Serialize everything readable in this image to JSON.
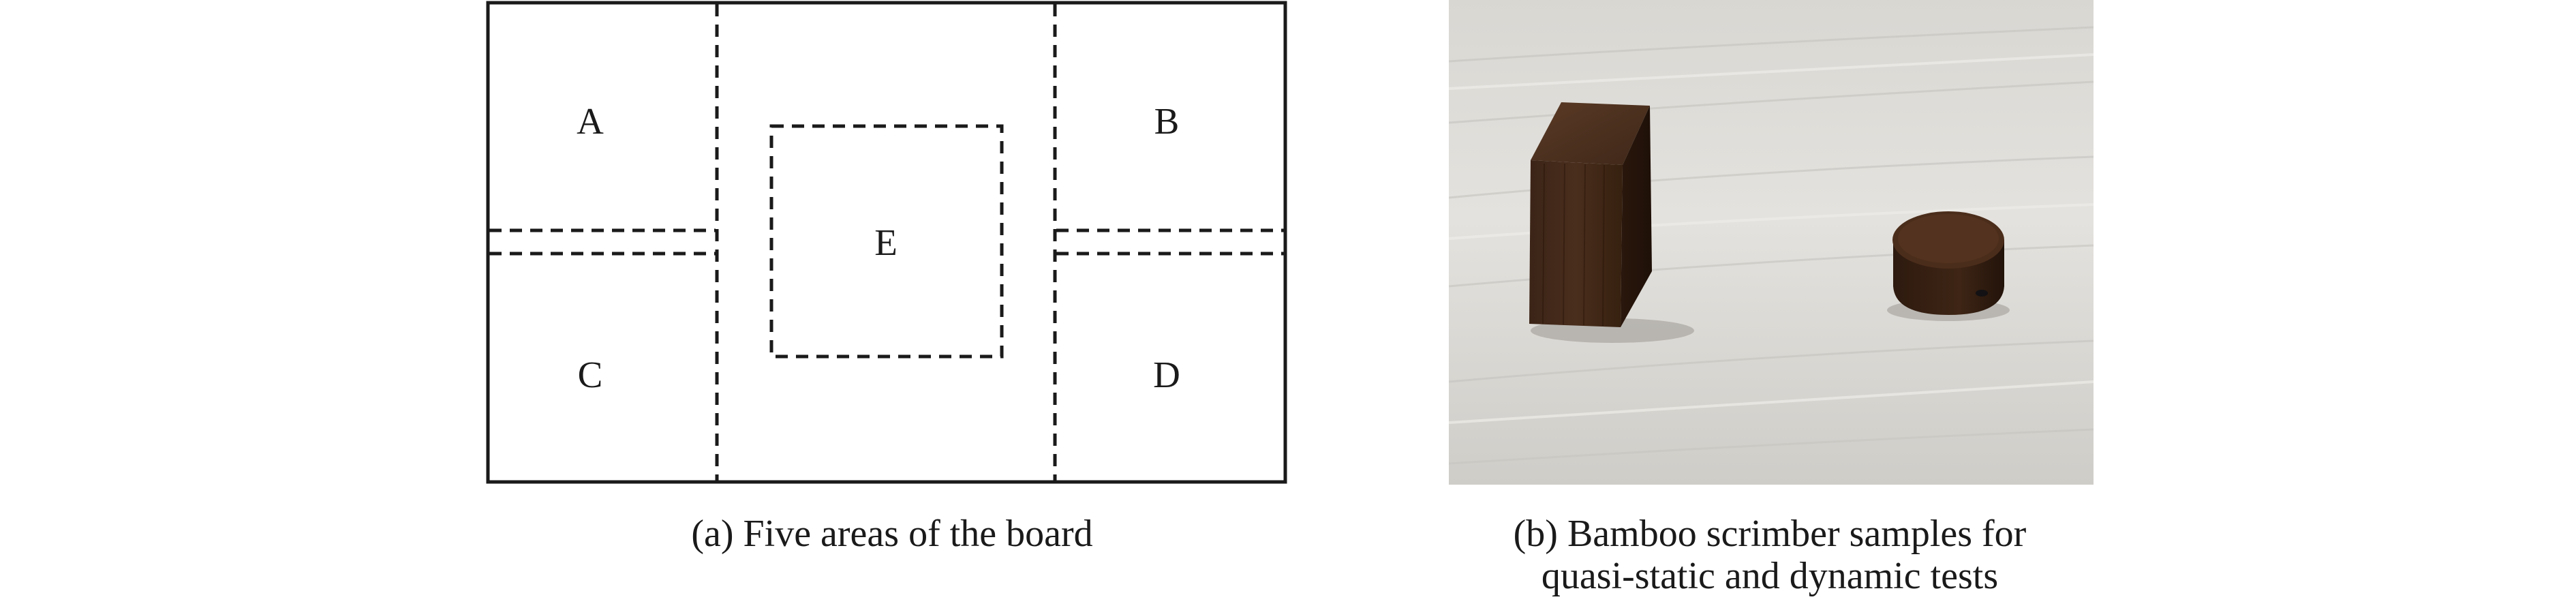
{
  "figure": {
    "panel_a": {
      "areas": {
        "a": "A",
        "b": "B",
        "c": "C",
        "d": "D",
        "e": "E"
      },
      "caption": "(a) Five areas of the board"
    },
    "panel_b": {
      "caption_line1": "(b) Bamboo scrimber samples for",
      "caption_line2": "quasi-static and dynamic tests"
    }
  }
}
